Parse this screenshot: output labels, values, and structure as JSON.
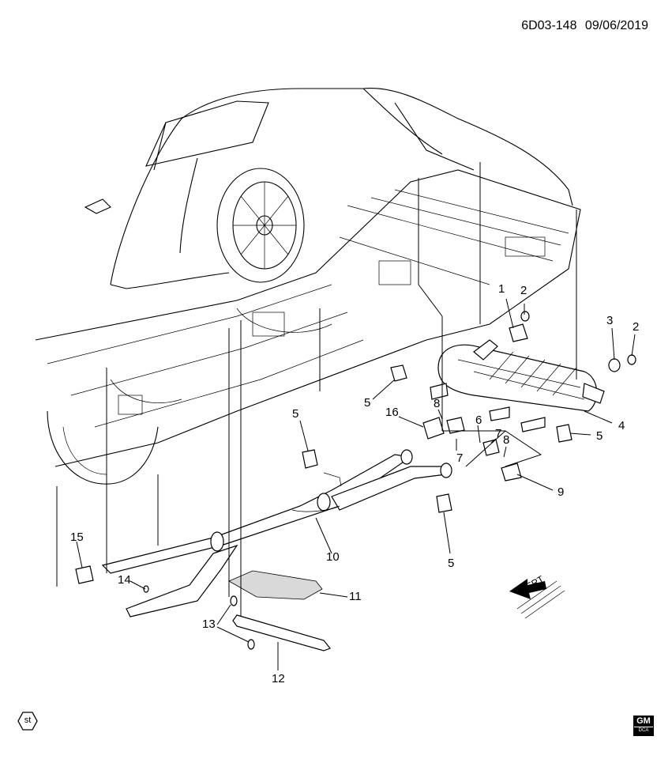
{
  "header": {
    "code": "6D03-148",
    "date": "09/06/2019"
  },
  "callouts": [
    {
      "id": "c1",
      "text": "1"
    },
    {
      "id": "c2a",
      "text": "2"
    },
    {
      "id": "c3",
      "text": "3"
    },
    {
      "id": "c2b",
      "text": "2"
    },
    {
      "id": "c4",
      "text": "4"
    },
    {
      "id": "c5a",
      "text": "5"
    },
    {
      "id": "c5b",
      "text": "5"
    },
    {
      "id": "c5c",
      "text": "5"
    },
    {
      "id": "c5d",
      "text": "5"
    },
    {
      "id": "c6",
      "text": "6"
    },
    {
      "id": "c7a",
      "text": "7"
    },
    {
      "id": "c7b",
      "text": "7"
    },
    {
      "id": "c8a",
      "text": "8"
    },
    {
      "id": "c8b",
      "text": "8"
    },
    {
      "id": "c9",
      "text": "9"
    },
    {
      "id": "c10",
      "text": "10"
    },
    {
      "id": "c11",
      "text": "11"
    },
    {
      "id": "c12",
      "text": "12"
    },
    {
      "id": "c13",
      "text": "13"
    },
    {
      "id": "c14",
      "text": "14"
    },
    {
      "id": "c15",
      "text": "15"
    },
    {
      "id": "c16",
      "text": "16"
    }
  ],
  "front_indicator": "FRT",
  "corner_badge": "st",
  "logo": {
    "line1": "GM",
    "line2": "DCA"
  },
  "colors": {
    "line": "#000000",
    "background": "#ffffff"
  }
}
